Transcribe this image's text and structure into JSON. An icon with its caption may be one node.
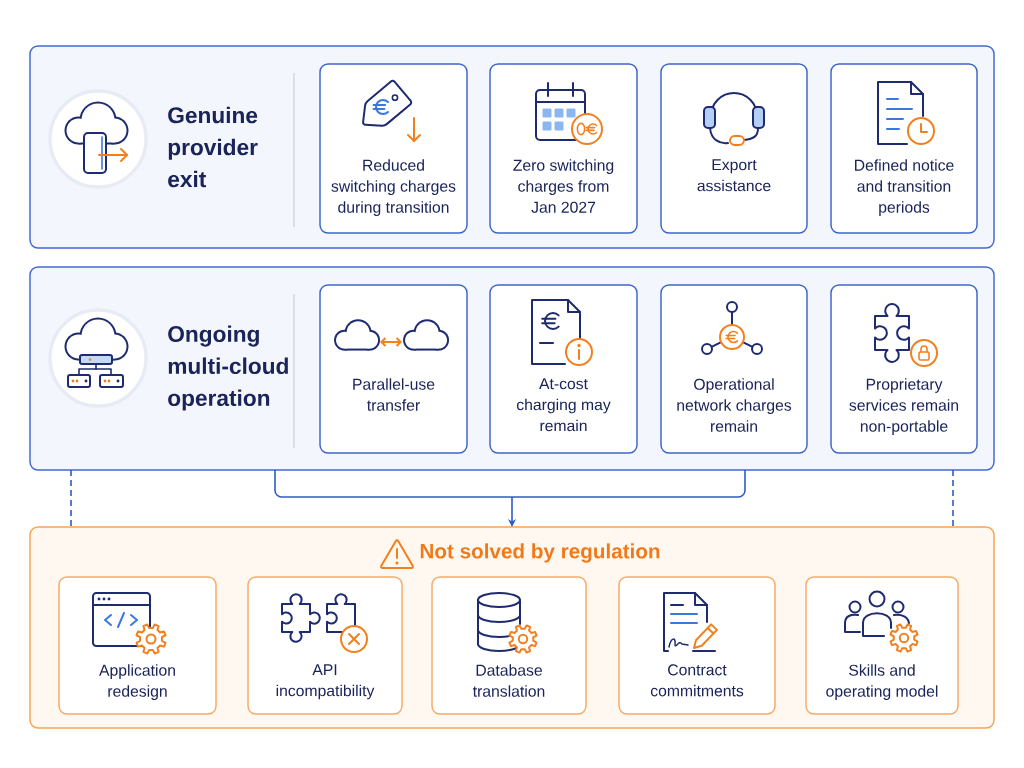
{
  "diagram": {
    "nodes": [
      {
        "text": [
          "Genuine provider exit"
        ]
      },
      {
        "text": [
          "Reduced switching charges during transition"
        ],
        "in": 0
      },
      {
        "text": [
          "Zero switching charges from Jan 2027"
        ],
        "in": 0
      },
      {
        "text": [
          "Export assistance"
        ],
        "in": 0
      },
      {
        "text": [
          "Defined notice and transition periods"
        ],
        "in": 0
      },
      {
        "text": [
          "Ongoing multi-cloud operation"
        ]
      },
      {
        "text": [
          "Parallel-use transfer"
        ],
        "in": 5
      },
      {
        "text": [
          "At-cost charging may remain"
        ],
        "in": 5
      },
      {
        "text": [
          "Operational network charges remain"
        ],
        "in": 5
      },
      {
        "text": [
          "Proprietary services remain non-portable"
        ],
        "in": 5
      },
      {
        "text": [
          "Not solved by regulation"
        ]
      },
      {
        "text": [
          "Application redesign"
        ],
        "in": 10
      },
      {
        "text": [
          "API incompatibility"
        ],
        "in": 10
      },
      {
        "text": [
          "Database translation"
        ],
        "in": 10
      },
      {
        "text": [
          "Contract commitments"
        ],
        "in": 10
      },
      {
        "text": [
          "Skills and operating model"
        ],
        "in": 10
      }
    ],
    "edges": [
      {
        "from": 5,
        "to": 10,
        "arrow": "to"
      },
      {
        "from": 5,
        "to": 10,
        "arrow": "none",
        "style": "dashed"
      },
      {
        "from": 5,
        "to": 10,
        "arrow": "none",
        "style": "dashed"
      }
    ]
  }
}
